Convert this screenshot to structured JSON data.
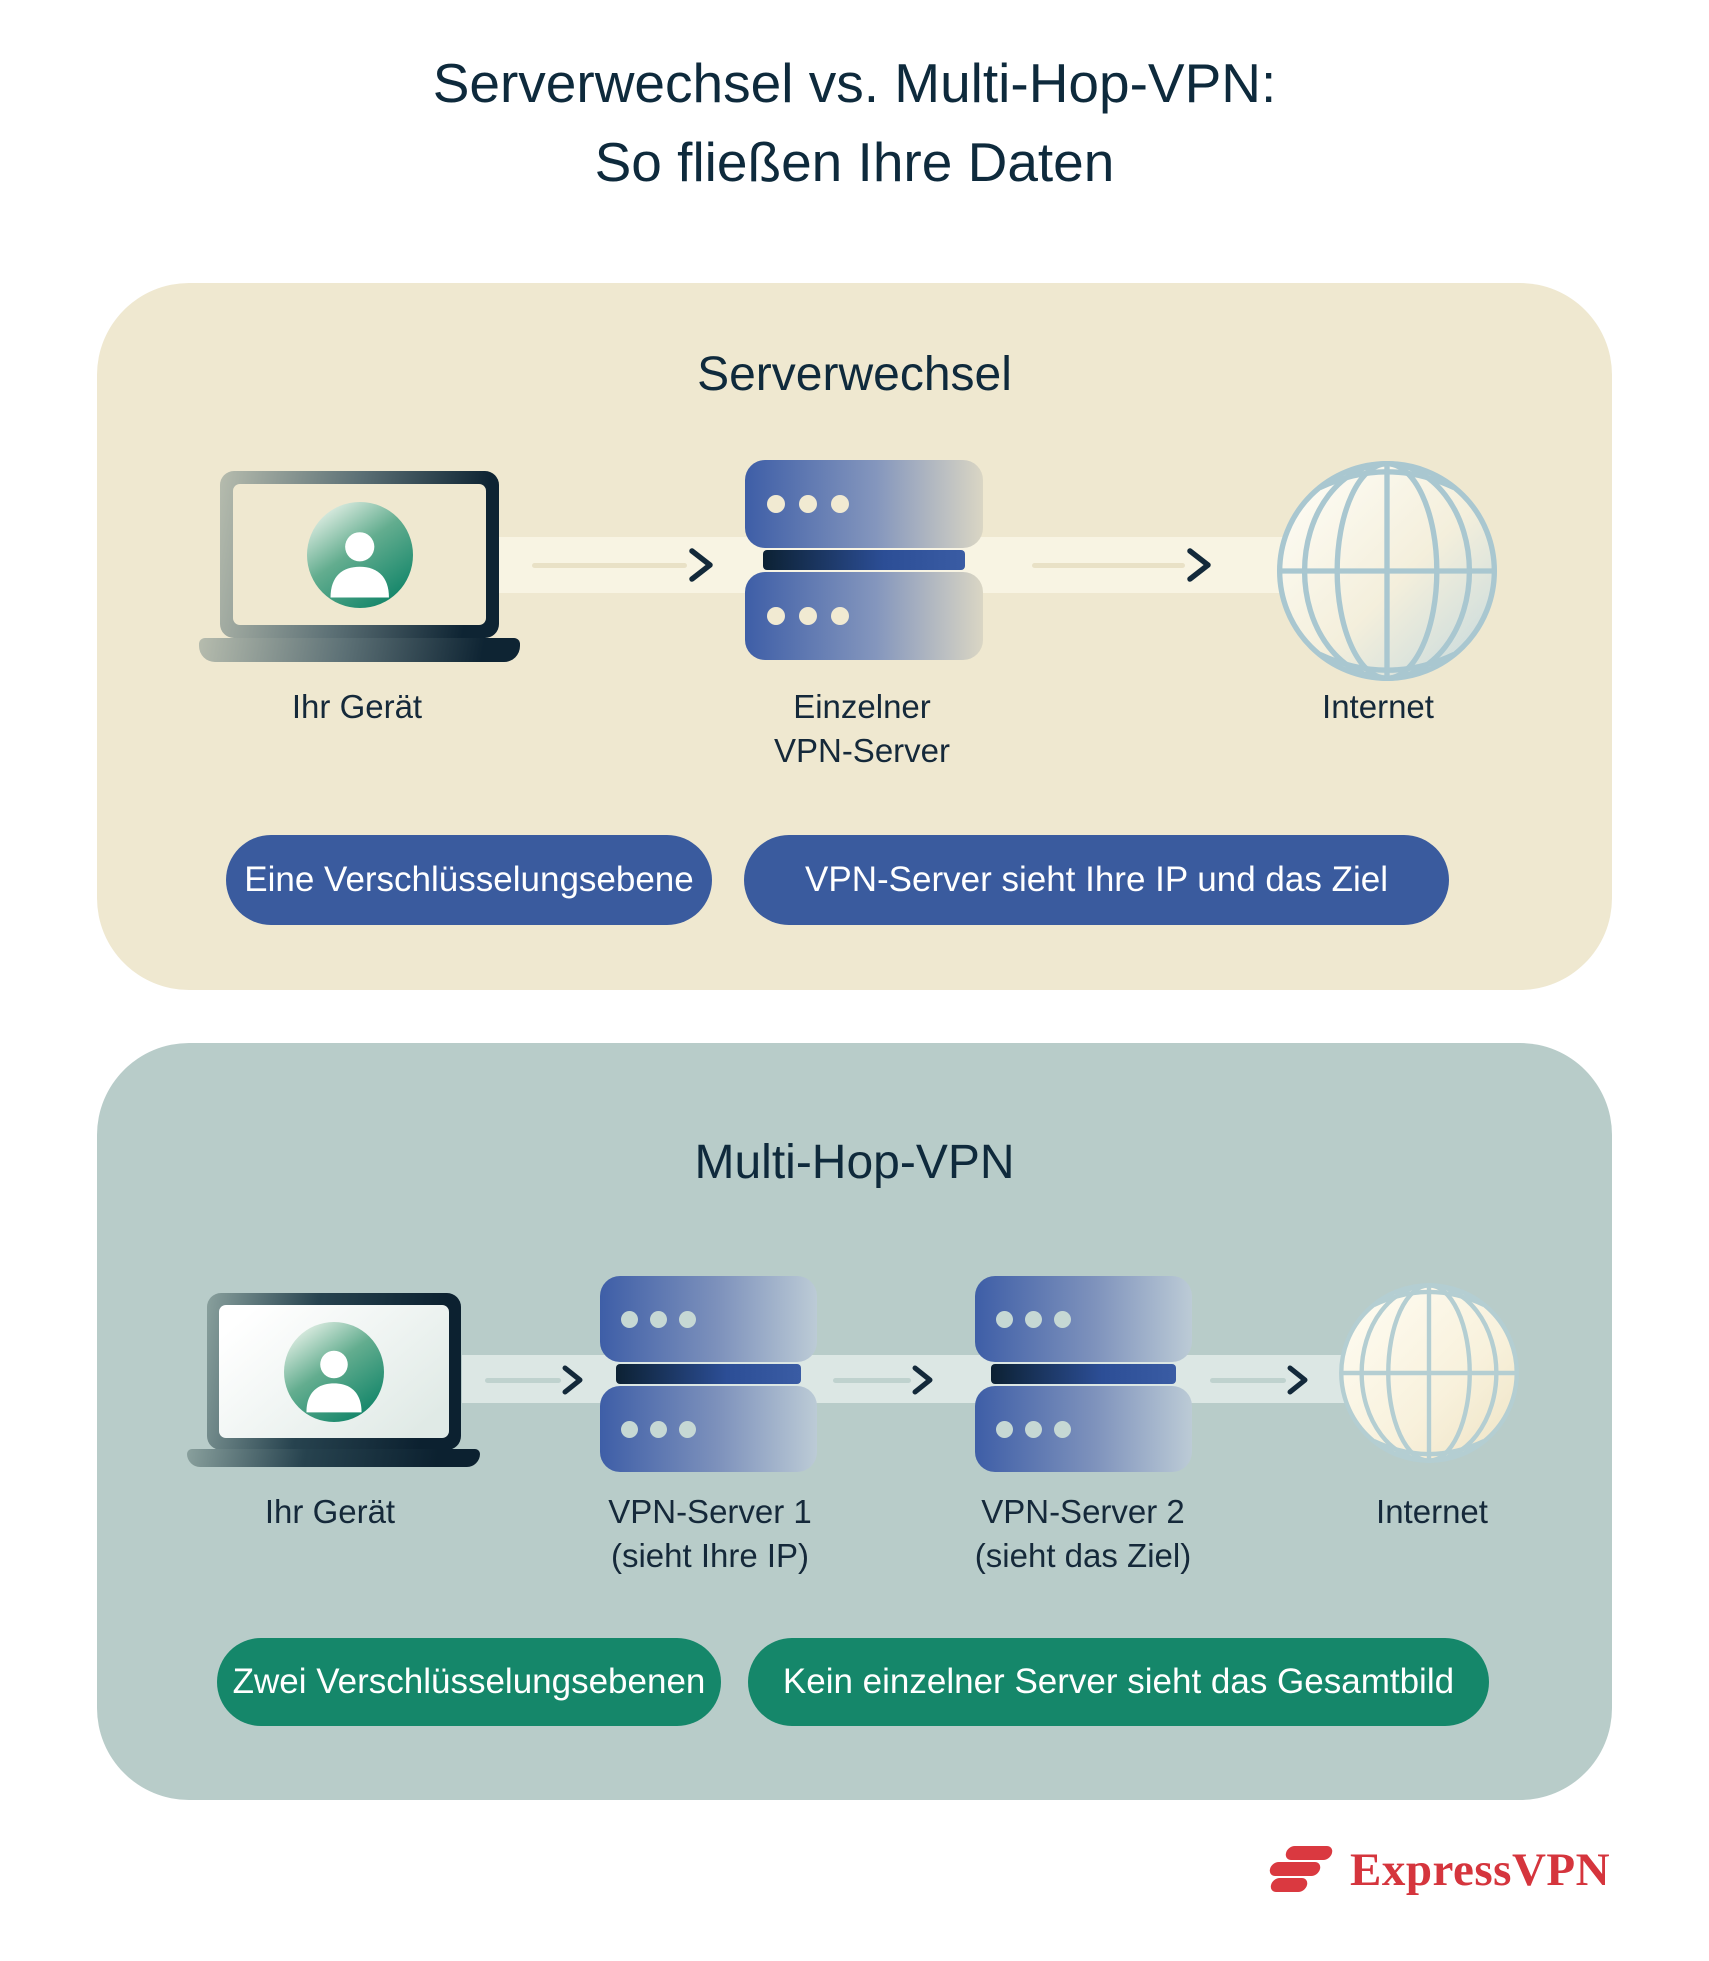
{
  "title": {
    "line1": "Serverwechsel vs. Multi-Hop-VPN:",
    "line2": "So fließen Ihre Daten"
  },
  "panels": [
    {
      "heading": "Serverwechsel",
      "nodes": [
        {
          "id": "device",
          "label": "Ihr Gerät",
          "icon": "laptop-user-icon"
        },
        {
          "id": "vpn-server",
          "label": "Einzelner",
          "label2": "VPN-Server",
          "icon": "vpn-server-icon"
        },
        {
          "id": "internet",
          "label": "Internet",
          "icon": "globe-icon"
        }
      ],
      "badges": [
        {
          "text": "Eine Verschlüsselungsebene",
          "color": "#3a5b9e"
        },
        {
          "text": "VPN-Server sieht Ihre IP und das Ziel",
          "color": "#3a5b9e"
        }
      ]
    },
    {
      "heading": "Multi-Hop-VPN",
      "nodes": [
        {
          "id": "device",
          "label": "Ihr Gerät",
          "icon": "laptop-user-icon"
        },
        {
          "id": "vpn-server-1",
          "label": "VPN-Server 1",
          "label2": "(sieht Ihre IP)",
          "icon": "vpn-server-icon"
        },
        {
          "id": "vpn-server-2",
          "label": "VPN-Server 2",
          "label2": "(sieht das Ziel)",
          "icon": "vpn-server-icon"
        },
        {
          "id": "internet",
          "label": "Internet",
          "icon": "globe-icon"
        }
      ],
      "badges": [
        {
          "text": "Zwei Verschlüsselungsebenen",
          "color": "#15876a"
        },
        {
          "text": "Kein einzelner Server sieht das Gesamtbild",
          "color": "#15876a"
        }
      ]
    }
  ],
  "footer": {
    "brand": "ExpressVPN"
  },
  "colors": {
    "panel_serverwechsel_bg": "#efe8d0",
    "panel_multihop_bg": "#b8ccc9",
    "badge_blue": "#3a5b9e",
    "badge_green": "#15876a",
    "server_blue": "#3e5ea7",
    "text_navy": "#0f2a3c",
    "brand_red": "#d5353d",
    "avatar_green": "#14866a"
  }
}
